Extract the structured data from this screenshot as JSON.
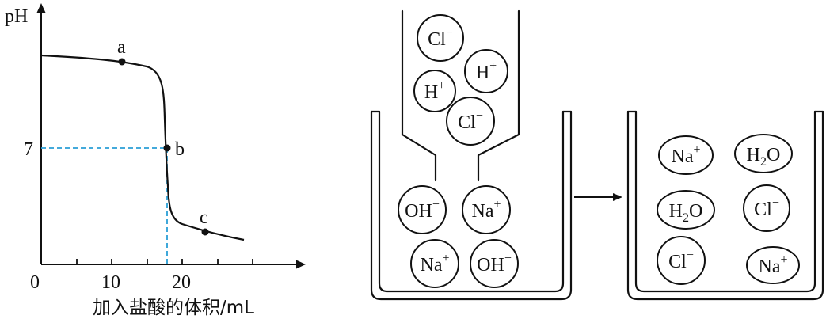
{
  "graph": {
    "y_axis_label": "pH",
    "x_axis_label": "加入盐酸的体积/mL",
    "origin_label": "0",
    "x_tick_labels": [
      "10",
      "20"
    ],
    "y_tick_labels": [
      "7"
    ],
    "point_labels": [
      "a",
      "b",
      "c"
    ]
  },
  "chart_data": {
    "type": "line",
    "xlabel": "加入盐酸的体积/mL",
    "ylabel": "pH",
    "x_ticks": [
      "0",
      "10",
      "20"
    ],
    "y_ticks": [
      "7"
    ],
    "labeled_points": [
      {
        "label": "a",
        "x": 11
      },
      {
        "label": "b",
        "x": 18,
        "y": 7
      },
      {
        "label": "c",
        "x": 23
      }
    ],
    "grid": false
  },
  "diagram": {
    "arrow": "→",
    "funnel_ions": [
      {
        "base": "Cl",
        "charge": "−"
      },
      {
        "base": "H",
        "charge": "+"
      },
      {
        "base": "H",
        "charge": "+"
      },
      {
        "base": "Cl",
        "charge": "−"
      }
    ],
    "beaker1_ions": [
      {
        "base": "OH",
        "charge": "−"
      },
      {
        "base": "Na",
        "charge": "+"
      },
      {
        "base": "Na",
        "charge": "+"
      },
      {
        "base": "OH",
        "charge": "−"
      }
    ],
    "beaker2_ions": [
      {
        "base": "Na",
        "charge": "+"
      },
      {
        "water_pre": "H",
        "water_sub": "2",
        "water_post": "O"
      },
      {
        "water_pre": "H",
        "water_sub": "2",
        "water_post": "O"
      },
      {
        "base": "Cl",
        "charge": "−"
      },
      {
        "base": "Cl",
        "charge": "−"
      },
      {
        "base": "Na",
        "charge": "+"
      }
    ]
  }
}
